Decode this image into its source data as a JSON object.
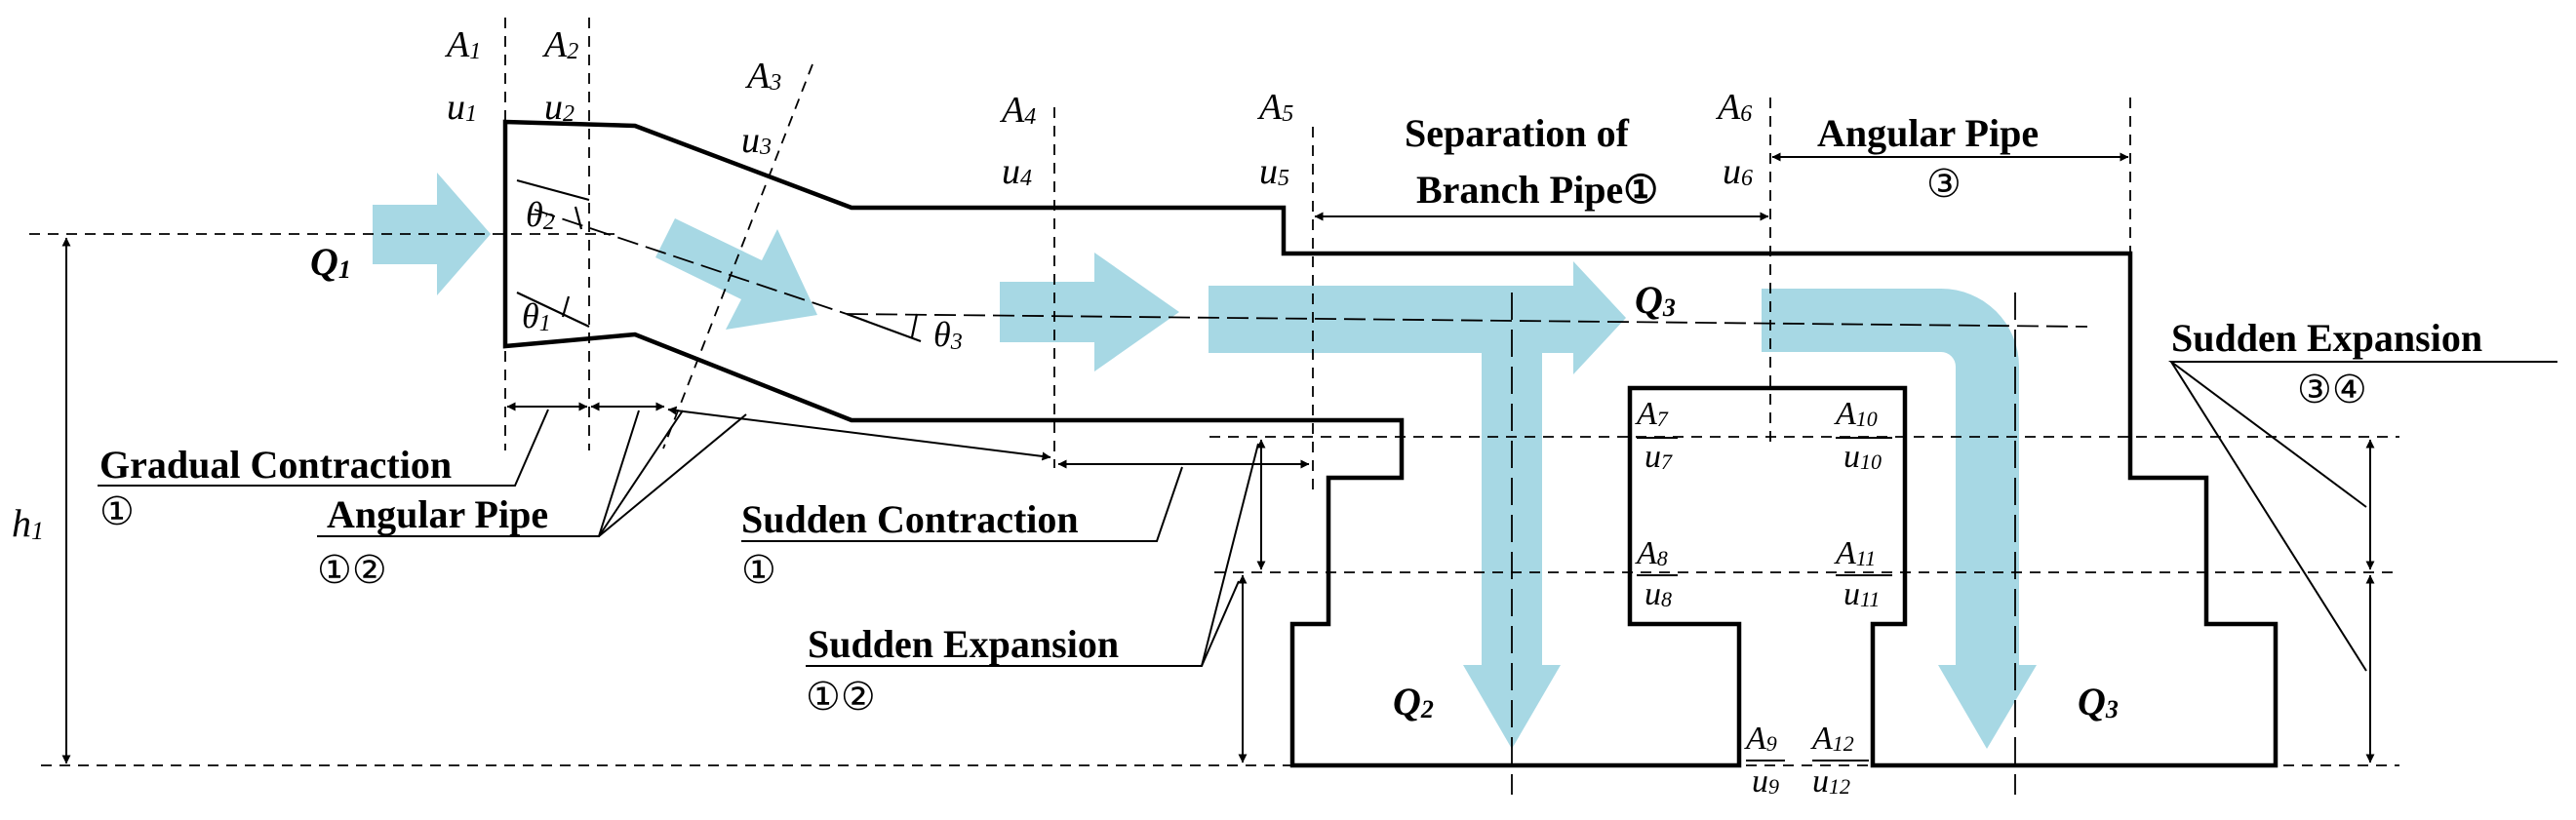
{
  "colors": {
    "flow": "#a7d8e4",
    "line": "#000000"
  },
  "sections": {
    "A1": "A",
    "A1_sub": "1",
    "u1": "u",
    "u1_sub": "1",
    "A2": "A",
    "A2_sub": "2",
    "u2": "u",
    "u2_sub": "2",
    "A3": "A",
    "A3_sub": "3",
    "u3": "u",
    "u3_sub": "3",
    "A4": "A",
    "A4_sub": "4",
    "u4": "u",
    "u4_sub": "4",
    "A5": "A",
    "A5_sub": "5",
    "u5": "u",
    "u5_sub": "5",
    "A6": "A",
    "A6_sub": "6",
    "u6": "u",
    "u6_sub": "6",
    "A7": "A",
    "A7_sub": "7",
    "u7": "u",
    "u7_sub": "7",
    "A8": "A",
    "A8_sub": "8",
    "u8": "u",
    "u8_sub": "8",
    "A9": "A",
    "A9_sub": "9",
    "u9": "u",
    "u9_sub": "9",
    "A10": "A",
    "A10_sub": "10",
    "u10": "u",
    "u10_sub": "10",
    "A11": "A",
    "A11_sub": "11",
    "u11": "u",
    "u11_sub": "11",
    "A12": "A",
    "A12_sub": "12",
    "u12": "u",
    "u12_sub": "12"
  },
  "flows": {
    "q1": "Q",
    "q1_sub": "1",
    "q2": "Q",
    "q2_sub": "2",
    "q3_top": "Q",
    "q3_top_sub": "3",
    "q3_bottom": "Q",
    "q3_bottom_sub": "3"
  },
  "angles": {
    "theta1": "θ",
    "theta1_sub": "1",
    "theta2": "θ",
    "theta2_sub": "2",
    "theta3": "θ",
    "theta3_sub": "3"
  },
  "height": {
    "h1": "h",
    "h1_sub": "1"
  },
  "labels": {
    "gradual_contraction": "Gradual Contraction",
    "gradual_contraction_num": "①",
    "angular_pipe_left": "Angular Pipe",
    "angular_pipe_left_num": "①②",
    "sudden_contraction": "Sudden Contraction",
    "sudden_contraction_num": "①",
    "sudden_expansion_left": "Sudden Expansion",
    "sudden_expansion_left_num": "①②",
    "separation_line1": "Separation of",
    "separation_line2": "Branch Pipe①",
    "angular_pipe_right": "Angular Pipe",
    "angular_pipe_right_num": "③",
    "sudden_expansion_right": "Sudden Expansion",
    "sudden_expansion_right_num": "③④"
  }
}
